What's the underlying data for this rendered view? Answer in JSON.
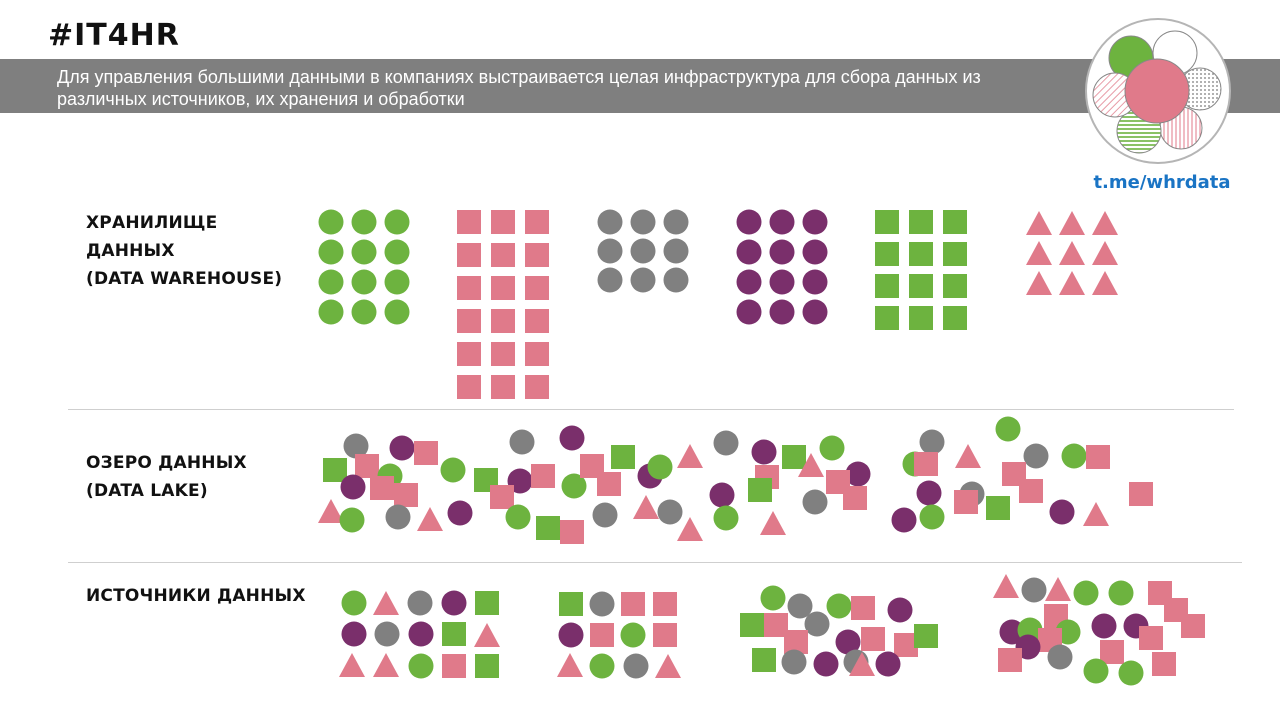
{
  "header": {
    "hashtag": "#IT4HR",
    "description": "Для управления большими данными в компаниях выстраивается целая инфраструктура для сбора данных из различных источников, их хранения и обработки"
  },
  "logo": {
    "link_text": "t.me/whrdata"
  },
  "colors": {
    "green": "#6db33f",
    "pink": "#e07a8a",
    "gray": "#808080",
    "purple": "#7a2f6b",
    "banner": "#7f7f7f",
    "link": "#1a74c4"
  },
  "rows": [
    {
      "id": "warehouse",
      "label": "ХРАНИЛИЩЕ\nДАННЫХ\n(DATA WAREHOUSE)"
    },
    {
      "id": "lake",
      "label": "ОЗЕРО ДАННЫХ\n(DATA LAKE)"
    },
    {
      "id": "sources",
      "label": "ИСТОЧНИКИ ДАННЫХ"
    }
  ]
}
